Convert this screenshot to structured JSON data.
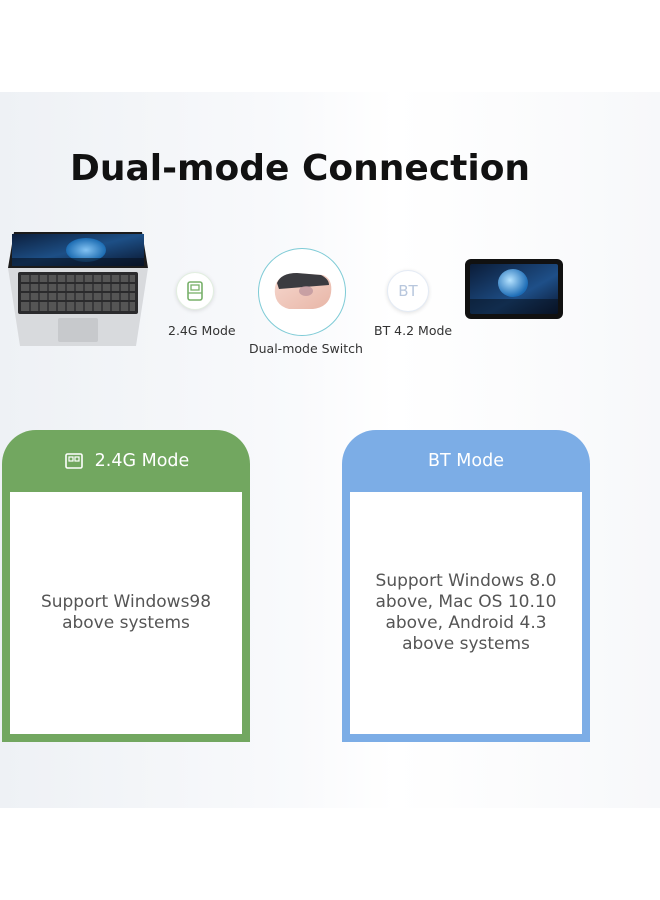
{
  "title": "Dual-mode Connection",
  "diagram": {
    "mode_24g_label": "2.4G Mode",
    "switch_label": "Dual-mode Switch",
    "bt_label": "BT 4.2 Mode",
    "bt_icon_text": "BT"
  },
  "cards": {
    "green": {
      "header": "2.4G Mode",
      "body": "Support Windows98 above systems",
      "color": "#72a760"
    },
    "blue": {
      "header": "BT Mode",
      "body": "Support Windows 8.0 above, Mac OS 10.10 above, Android 4.3 above systems",
      "color": "#7cade6"
    }
  },
  "icons": {
    "laptop": "laptop-icon",
    "receiver": "usb-receiver-icon",
    "mouse": "mouse-icon",
    "bluetooth": "bluetooth-icon",
    "tablet": "tablet-icon"
  }
}
